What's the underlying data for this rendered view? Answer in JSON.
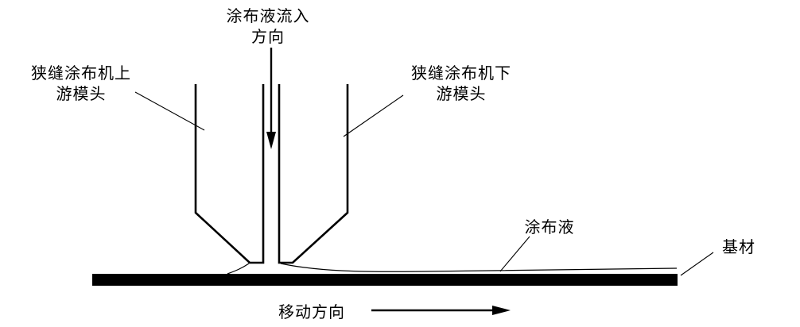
{
  "diagram": {
    "labels": {
      "inflow": {
        "line1": "涂布液流入",
        "line2": "方向"
      },
      "upstream_die": {
        "line1": "狭缝涂布机上",
        "line2": "游模头"
      },
      "downstream_die": {
        "line1": "狭缝涂布机下",
        "line2": "游模头"
      },
      "coating_liquid": "涂布液",
      "substrate": "基材",
      "move_direction": "移动方向"
    },
    "icons": {
      "down_arrow": "flow-inlet-down-arrow",
      "right_arrow": "move-direction-right-arrow"
    },
    "colors": {
      "line": "#000000",
      "background": "#ffffff"
    }
  }
}
